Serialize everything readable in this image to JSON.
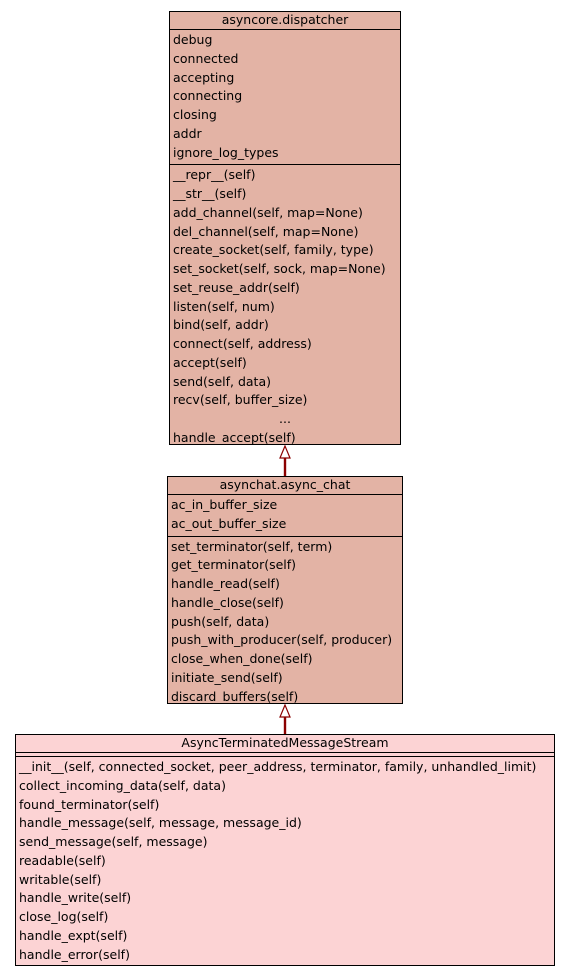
{
  "colors": {
    "parent_fill": "#e3b3a5",
    "child_fill": "#fcd3d4",
    "inheritance_edge": "#8b0000",
    "border": "#000000"
  },
  "classes": [
    {
      "id": "dispatcher",
      "name": "asyncore.dispatcher",
      "attributes": [
        "debug",
        "connected",
        "accepting",
        "connecting",
        "closing",
        "addr",
        "ignore_log_types"
      ],
      "methods": [
        "__repr__(self)",
        "__str__(self)",
        "add_channel(self, map=None)",
        "del_channel(self, map=None)",
        "create_socket(self, family, type)",
        "set_socket(self, sock, map=None)",
        "set_reuse_addr(self)",
        "listen(self, num)",
        "bind(self, addr)",
        "connect(self, address)",
        "accept(self)",
        "send(self, data)",
        "recv(self, buffer_size)",
        "...",
        "handle_accept(self)"
      ]
    },
    {
      "id": "async_chat",
      "name": "asynchat.async_chat",
      "attributes": [
        "ac_in_buffer_size",
        "ac_out_buffer_size"
      ],
      "methods": [
        "set_terminator(self, term)",
        "get_terminator(self)",
        "handle_read(self)",
        "handle_close(self)",
        "push(self, data)",
        "push_with_producer(self, producer)",
        "close_when_done(self)",
        "initiate_send(self)",
        "discard_buffers(self)"
      ]
    },
    {
      "id": "message_stream",
      "name": "AsyncTerminatedMessageStream",
      "attributes": [],
      "methods": [
        "__init__(self, connected_socket, peer_address, terminator, family, unhandled_limit)",
        "collect_incoming_data(self, data)",
        "found_terminator(self)",
        "handle_message(self, message, message_id)",
        "send_message(self, message)",
        "readable(self)",
        "writable(self)",
        "handle_write(self)",
        "close_log(self)",
        "handle_expt(self)",
        "handle_error(self)"
      ]
    }
  ],
  "relations": [
    {
      "type": "inheritance",
      "from": "async_chat",
      "to": "dispatcher"
    },
    {
      "type": "inheritance",
      "from": "message_stream",
      "to": "async_chat"
    }
  ]
}
